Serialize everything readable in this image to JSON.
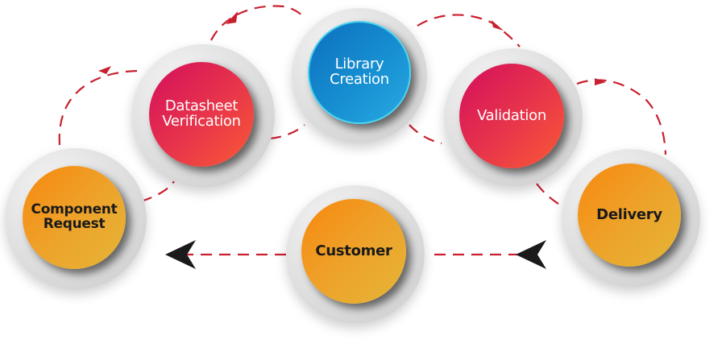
{
  "diagram": {
    "title": "Component library creation process",
    "nodes": [
      {
        "id": "component-request",
        "label_lines": [
          "Component",
          "Request"
        ],
        "color": "#f7880e"
      },
      {
        "id": "datasheet-verification",
        "label_lines": [
          "Datasheet",
          "Verification"
        ],
        "color": "#e8364a"
      },
      {
        "id": "library-creation",
        "label_lines": [
          "Library",
          "Creation"
        ],
        "color": "#168fd1"
      },
      {
        "id": "validation",
        "label_lines": [
          "Validation"
        ],
        "color": "#e8364a"
      },
      {
        "id": "delivery",
        "label_lines": [
          "Delivery"
        ],
        "color": "#f7880e"
      },
      {
        "id": "customer",
        "label_lines": [
          "Customer"
        ],
        "color": "#f7880e"
      }
    ],
    "edges": [
      {
        "from": "component-request",
        "to": "datasheet-verification",
        "style": "dashed"
      },
      {
        "from": "datasheet-verification",
        "to": "library-creation",
        "style": "dashed"
      },
      {
        "from": "library-creation",
        "to": "validation",
        "style": "dashed"
      },
      {
        "from": "validation",
        "to": "delivery",
        "style": "dashed"
      },
      {
        "from": "delivery",
        "to": "customer",
        "style": "dashed"
      },
      {
        "from": "customer",
        "to": "component-request",
        "style": "dashed"
      }
    ],
    "connector_color": "#c8202e",
    "arrowhead_color": "#1a1a1a"
  }
}
